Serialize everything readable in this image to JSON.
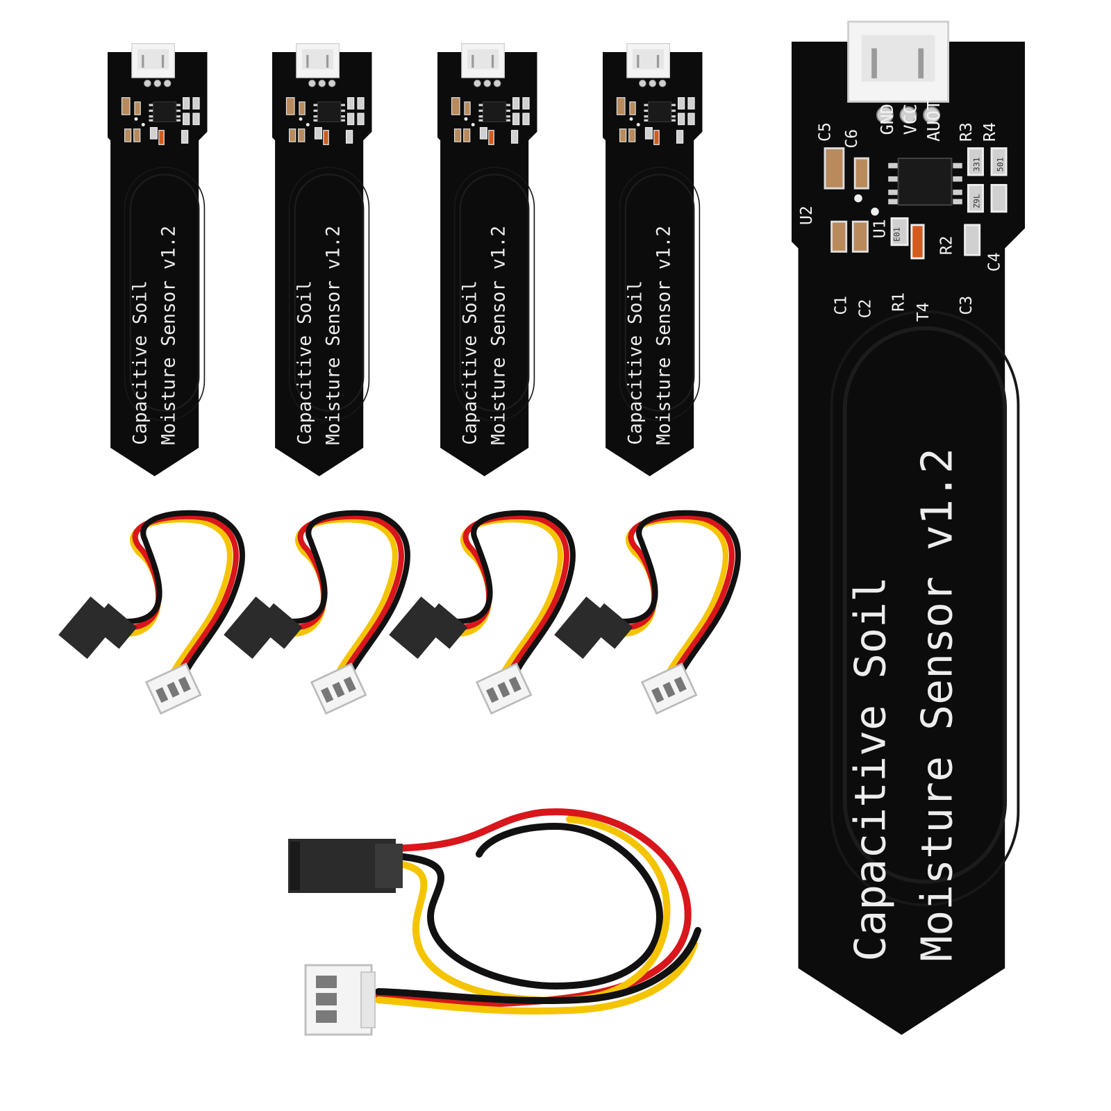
{
  "product": {
    "board_title_line1": "Capacitive  Soil",
    "board_title_line2": "Moisture Sensor  v1.2",
    "pin_gnd": "GND",
    "pin_vcc": "VCC",
    "pin_aout": "AUOT",
    "components": [
      "C5",
      "C6",
      "U2",
      "U1",
      "R3",
      "R4",
      "R2",
      "C4",
      "C1",
      "C2",
      "R1",
      "T4",
      "C3"
    ],
    "chip_marks": [
      "331",
      "501",
      "Z9L",
      "E01"
    ]
  },
  "colors": {
    "board": "#0c0c0c",
    "silkscreen": "#f2f2f2",
    "wire_yellow": "#f5c400",
    "wire_red": "#d8161b",
    "wire_black": "#111111",
    "connector_white": "#f4f4f4",
    "dupont_housing": "#2b2b2b"
  },
  "scene": {
    "small_sensor_count": 4,
    "small_cable_count": 4,
    "large_sensor_count": 1,
    "large_cable_count": 1
  }
}
